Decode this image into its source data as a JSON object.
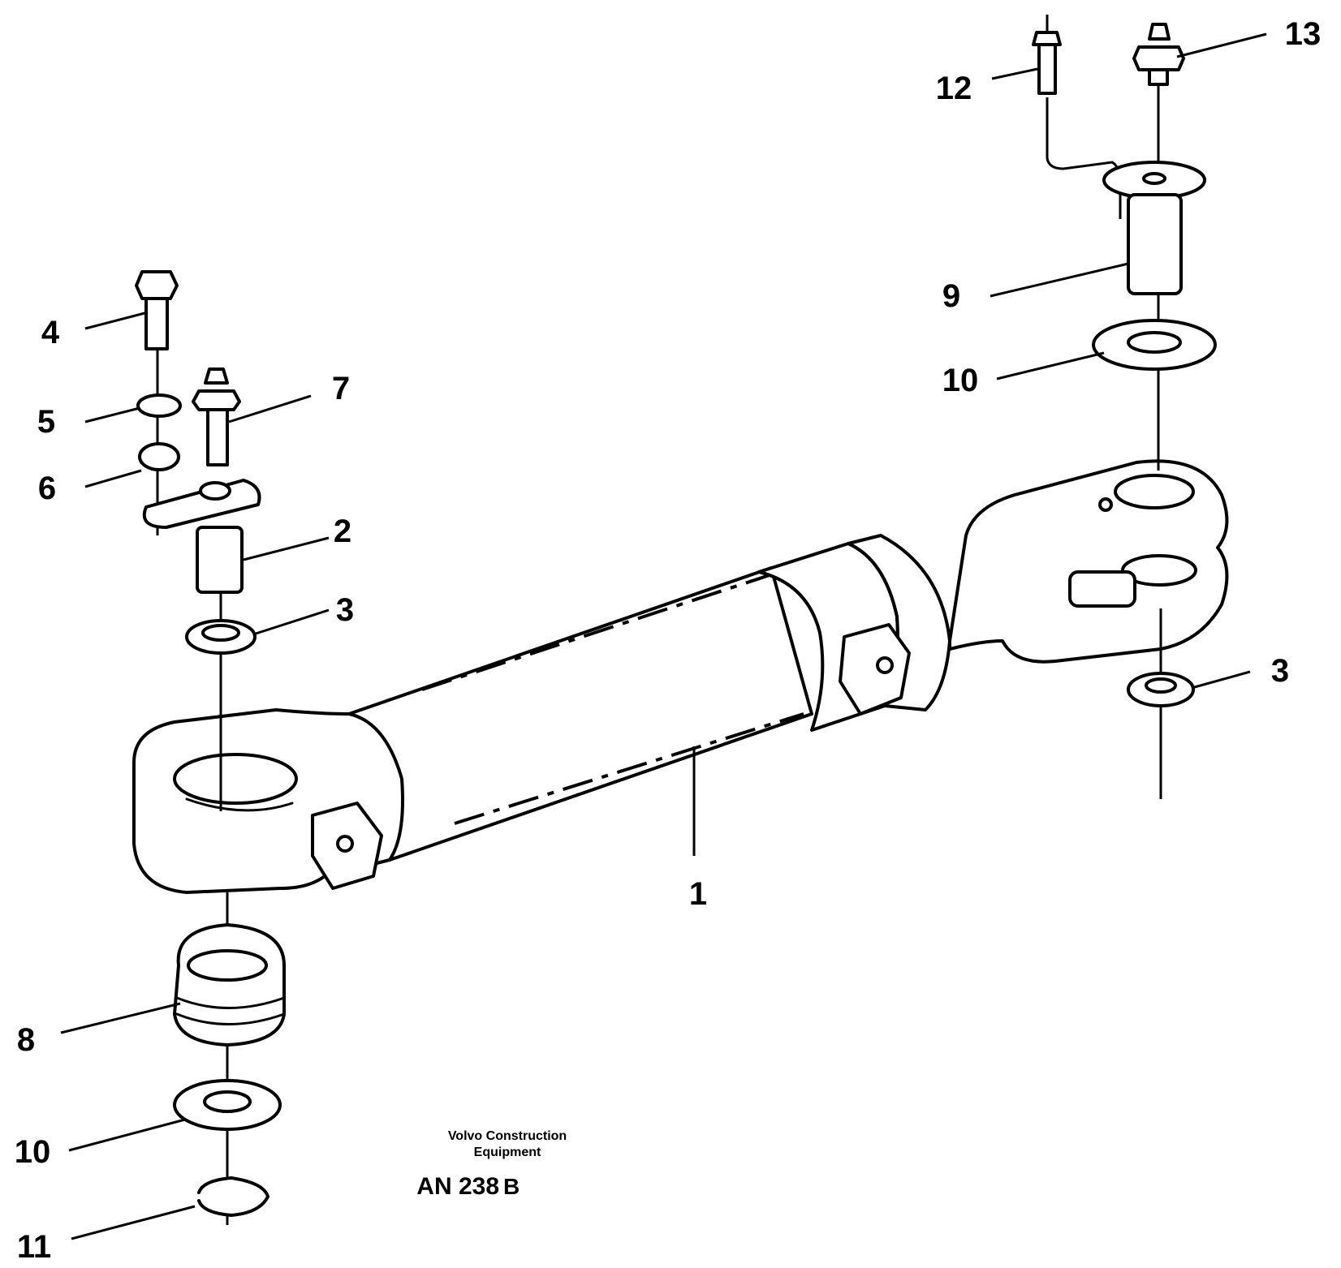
{
  "figure": {
    "callouts": [
      {
        "id": "c1",
        "text": "1"
      },
      {
        "id": "c2",
        "text": "2"
      },
      {
        "id": "c3a",
        "text": "3"
      },
      {
        "id": "c3b",
        "text": "3"
      },
      {
        "id": "c4",
        "text": "4"
      },
      {
        "id": "c5",
        "text": "5"
      },
      {
        "id": "c6",
        "text": "6"
      },
      {
        "id": "c7",
        "text": "7"
      },
      {
        "id": "c8",
        "text": "8"
      },
      {
        "id": "c9",
        "text": "9"
      },
      {
        "id": "c10a",
        "text": "10"
      },
      {
        "id": "c10b",
        "text": "10"
      },
      {
        "id": "c11",
        "text": "11"
      },
      {
        "id": "c12",
        "text": "12"
      },
      {
        "id": "c13",
        "text": "13"
      }
    ],
    "caption": {
      "maker_line1": "Volvo Construction",
      "maker_line2": "Equipment",
      "code": "AN 238",
      "revision": "B"
    }
  }
}
